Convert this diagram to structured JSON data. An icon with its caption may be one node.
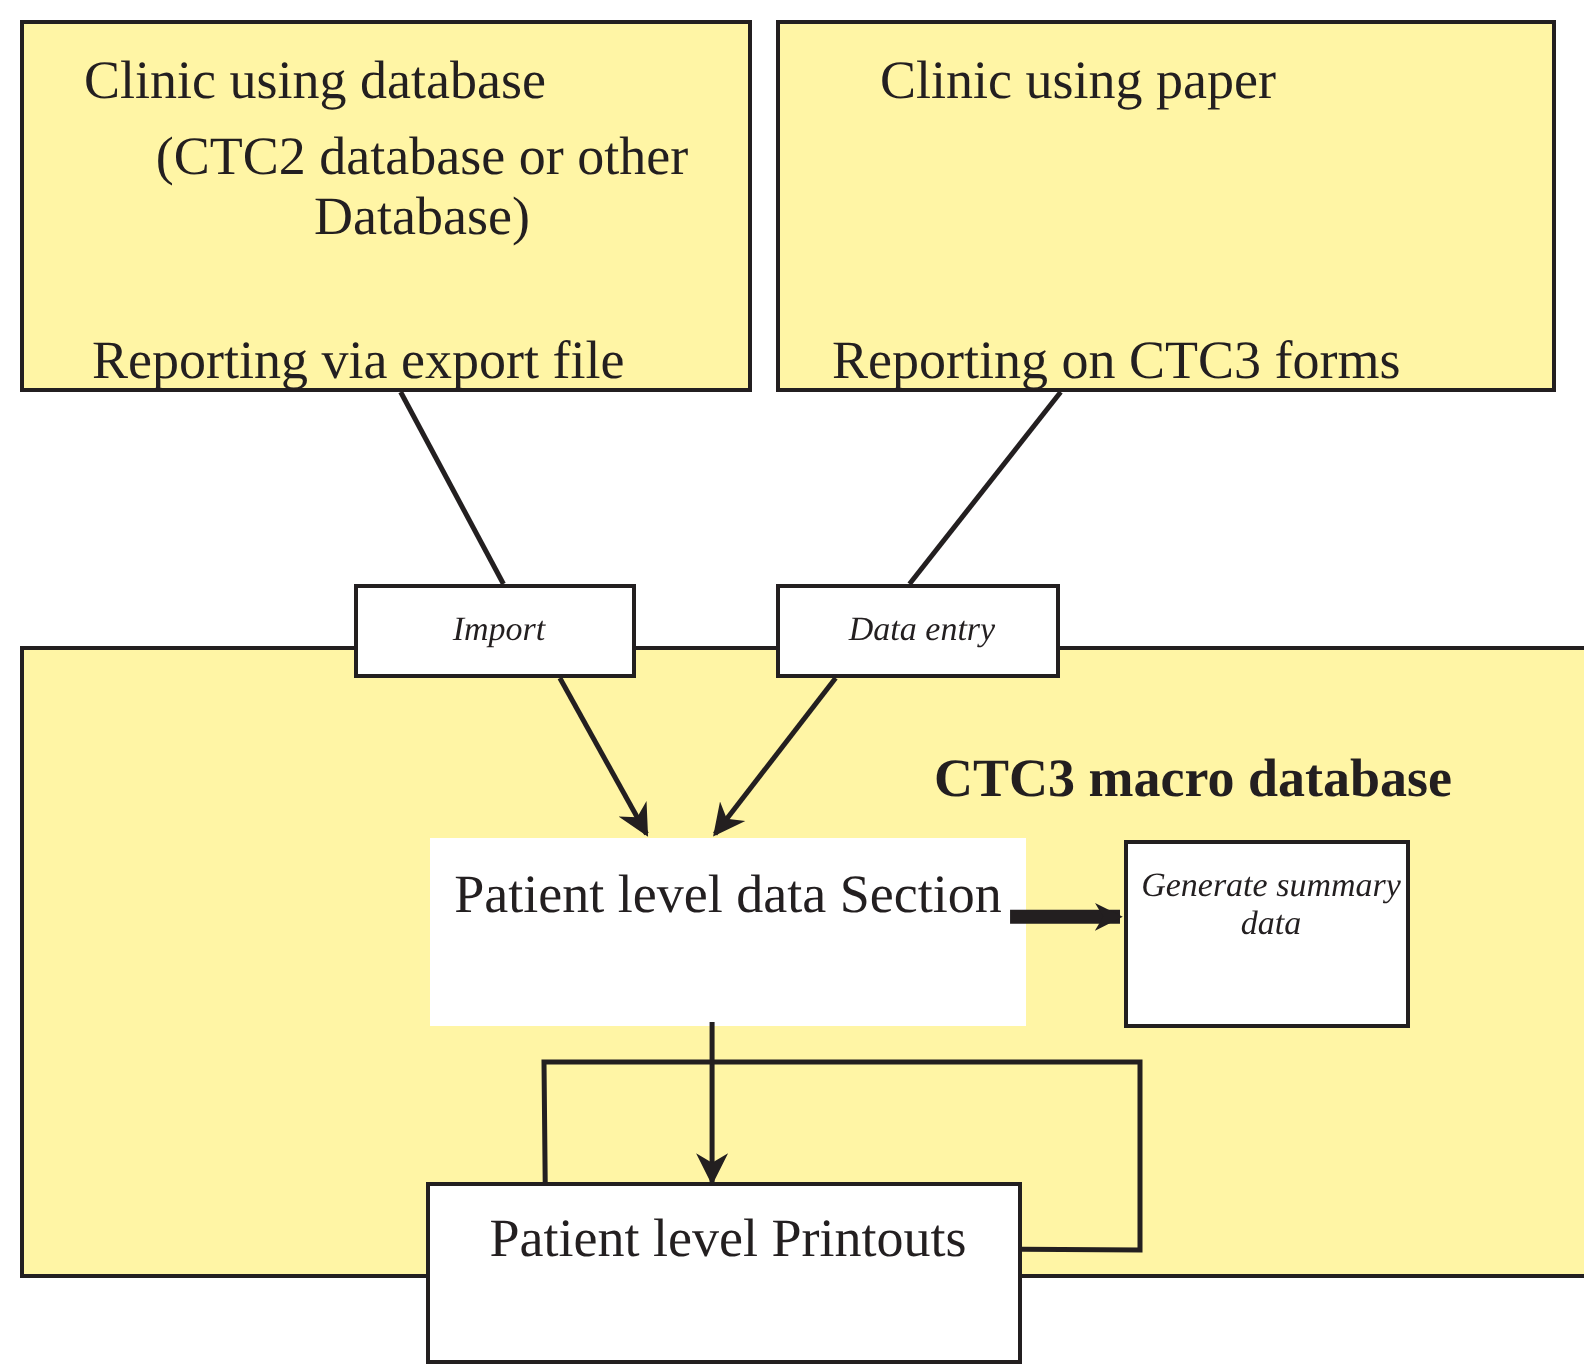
{
  "diagram": {
    "nodes": [
      {
        "text": [
          "Clinic using database",
          "(CTC2 database or other Database)",
          "Reporting via export file"
        ]
      },
      {
        "text": [
          "Clinic using paper",
          "Reporting on CTC3 forms"
        ]
      },
      {
        "text": [
          "CTC3 macro database"
        ]
      },
      {
        "text": [
          "Import"
        ]
      },
      {
        "text": [
          "Data entry"
        ]
      },
      {
        "text": [
          "Patient level data Section"
        ],
        "in": 2
      },
      {
        "text": [
          "Generate summary data"
        ],
        "in": 2
      },
      {
        "text": [
          "Patient level Printouts"
        ]
      }
    ],
    "edges": [
      {
        "from": 0,
        "to": 3,
        "arrow": "none"
      },
      {
        "from": 1,
        "to": 4,
        "arrow": "none"
      },
      {
        "from": 3,
        "to": 5,
        "arrow": "to"
      },
      {
        "from": 4,
        "to": 5,
        "arrow": "to"
      },
      {
        "from": 5,
        "to": 6,
        "arrow": "to",
        "style": "thick"
      },
      {
        "from": 5,
        "to": 7,
        "arrow": "to"
      },
      {
        "from": 7,
        "to": 7,
        "arrow": "none"
      }
    ]
  }
}
